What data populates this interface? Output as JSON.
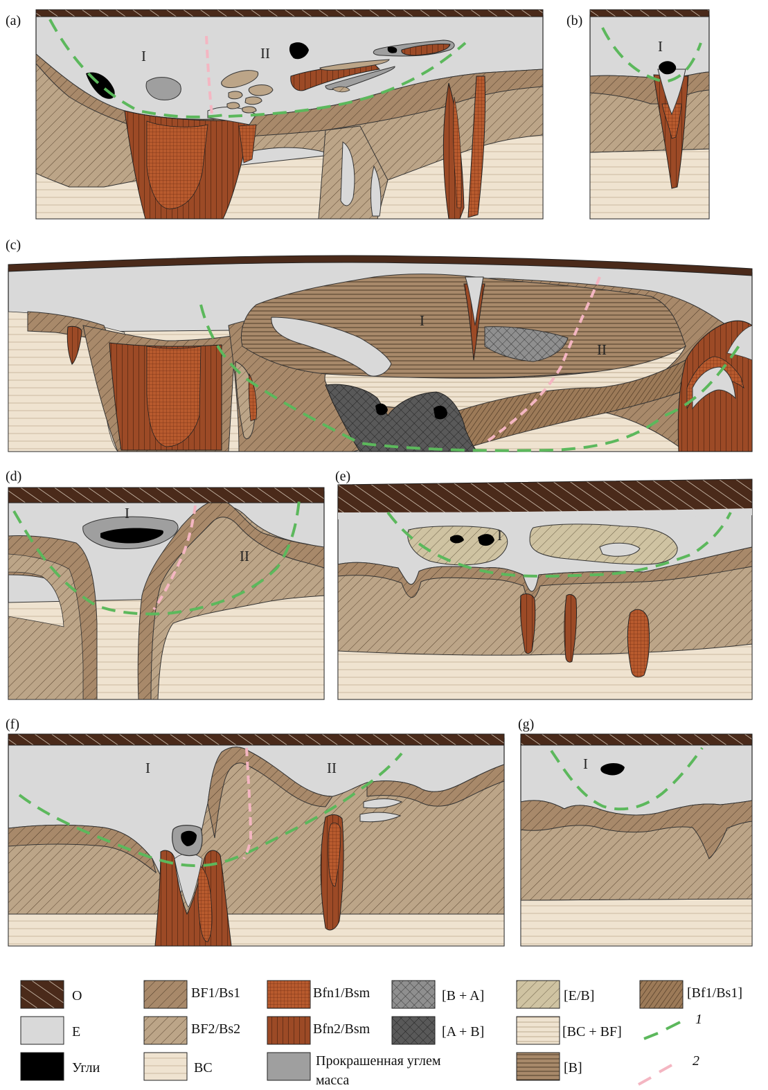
{
  "panels": {
    "a": {
      "label": "(a)",
      "zones": [
        "I",
        "II"
      ]
    },
    "b": {
      "label": "(b)",
      "zones": [
        "I"
      ]
    },
    "c": {
      "label": "(c)",
      "zones": [
        "I",
        "II"
      ]
    },
    "d": {
      "label": "(d)",
      "zones": [
        "I",
        "II"
      ]
    },
    "e": {
      "label": "(e)",
      "zones": [
        "I"
      ]
    },
    "f": {
      "label": "(f)",
      "zones": [
        "I",
        "II"
      ]
    },
    "g": {
      "label": "(g)",
      "zones": [
        "I"
      ]
    }
  },
  "legend": {
    "o": "O",
    "e": "E",
    "coals": "Угли",
    "bf1": "BF1/Bs1",
    "bf2": "BF2/Bs2",
    "bc": "BC",
    "bfn1": "Bfn1/Bsm",
    "bfn2": "Bfn2/Bsm",
    "stained_line1": "Прокрашенная углем",
    "stained_line2": "масса",
    "ba": "[B + A]",
    "ab": "[A + B]",
    "eb": "[E/B]",
    "bcbf": "[BC + BF]",
    "b": "[B]",
    "bf1bs1": "[Bf1/Bs1]",
    "line1": "1",
    "line2": "2"
  },
  "colors": {
    "o_horizon": "#4a2a1a",
    "e_horizon": "#d9d9d9",
    "coal": "#000000",
    "bf1": "#a8896a",
    "bf2": "#bca588",
    "bc": "#efe3d0",
    "bfn": "#a9542c",
    "charcoal_stained": "#9f9f9f",
    "ba": "#8f8f8f",
    "ab": "#595959",
    "eb": "#cfc3a2",
    "b_banded": "#a8896a",
    "line1_green": "#5cb85c",
    "line2_pink": "#f4b6c2"
  }
}
